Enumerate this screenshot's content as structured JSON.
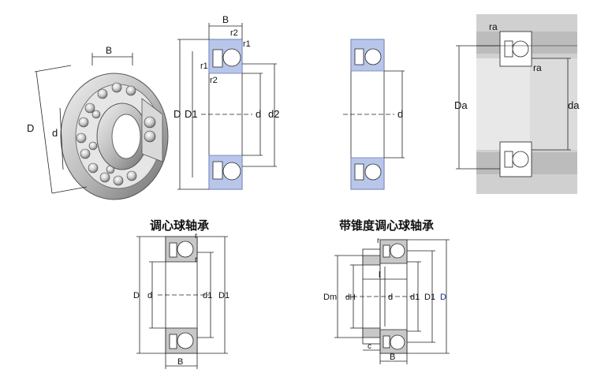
{
  "panel_3d": {
    "label_B": "B",
    "label_D": "D",
    "label_d": "d"
  },
  "panel_section_a": {
    "label_B": "B",
    "label_r2_top": "r2",
    "label_r1_top": "r1",
    "label_r1_left": "r1",
    "label_r2_left": "r2",
    "label_D": "D",
    "label_D1": "D1",
    "label_d": "d",
    "label_d2": "d2"
  },
  "panel_section_b": {
    "label_d": "d"
  },
  "panel_abutment": {
    "label_ra_top": "ra",
    "label_ra_right": "ra",
    "label_Da": "Da",
    "label_da": "da"
  },
  "panel_self_aligning": {
    "title": "调心球轴承",
    "label_r_top": "r",
    "label_r_mid": "r",
    "label_D": "D",
    "label_d": "d",
    "label_d1": "d1",
    "label_D1": "D1",
    "label_B": "B"
  },
  "panel_tapered_sleeve": {
    "title": "带锥度调心球轴承",
    "label_r": "r",
    "label_Dm": "Dm",
    "label_dH": "dH",
    "label_l": "l",
    "label_d": "d",
    "label_d1": "d1",
    "label_D1": "D1",
    "label_D": "D",
    "label_c": "c",
    "label_B": "B"
  },
  "colors": {
    "ring_fill": "#b8c6ea",
    "ring_stroke": "#6a7ab8",
    "line": "#222222",
    "shaft": "#d4d4d4",
    "housing": "#bdbdbd"
  }
}
